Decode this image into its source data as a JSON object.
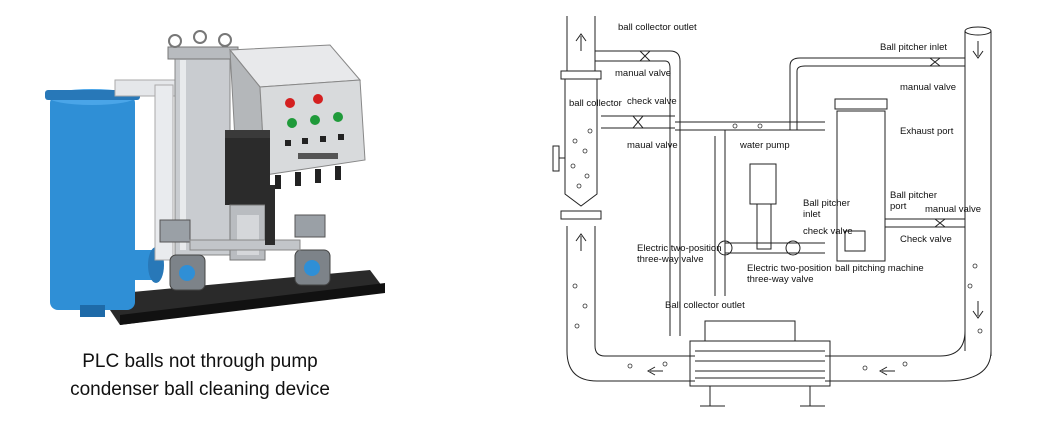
{
  "caption": {
    "line1": "PLC balls not through pump",
    "line2": "condenser ball cleaning device"
  },
  "diagram_labels": {
    "ball_collector_outlet_top": "ball collector outlet",
    "manual_valve_top_left": "manual valve",
    "ball_collector": "ball collector",
    "check_valve_left": "check valve",
    "maual_valve": "maual valve",
    "water_pump": "water pump",
    "ball_pitcher_inlet_top": "Ball pitcher inlet",
    "manual_valve_top_right": "manual valve",
    "exhaust_port": "Exhaust port",
    "ball_pitcher_port_1": "Ball pitcher",
    "ball_pitcher_port_2": "port",
    "manual_valve_right": "manual valve",
    "check_valve_right": "Check valve",
    "ball_pitcher_inlet_mid_1": "Ball pitcher",
    "ball_pitcher_inlet_mid_2": "inlet",
    "check_valve_mid": "check valve",
    "electric_left_1": "Electric two-position",
    "electric_left_2": "three-way valve",
    "electric_mid_1": "Electric two-position",
    "electric_mid_2": "three-way valve",
    "ball_pitching_machine": "ball pitching machine",
    "ball_collector_outlet_bottom": "Ball collector outlet"
  },
  "colors": {
    "tank_blue": "#2f8fd6",
    "steel": "#c9ccd0",
    "panel": "#d8dadc",
    "frame_dark": "#1c1c1c",
    "button_red": "#d42020",
    "button_green": "#1f9a3a",
    "line": "#222222"
  }
}
